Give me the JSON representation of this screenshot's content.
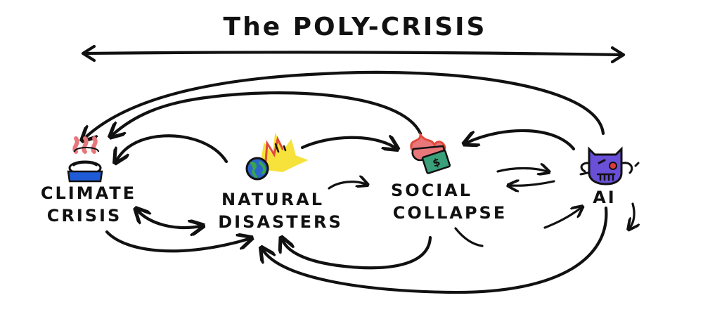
{
  "title": "The POLY-CRISIS",
  "nodes": [
    {
      "id": "climate",
      "label_line1": "CLIMATE",
      "label_line2": "CRISIS",
      "icon": "boiling-pot-icon"
    },
    {
      "id": "natural",
      "label_line1": "NATURAL",
      "label_line2": "DISASTERS",
      "icon": "burning-earth-icon"
    },
    {
      "id": "social",
      "label_line1": "SOCIAL",
      "label_line2": "COLLAPSE",
      "icon": "burning-money-icon"
    },
    {
      "id": "ai",
      "label_line1": "AI",
      "label_line2": "",
      "icon": "robot-icon"
    }
  ],
  "colors": {
    "ink": "#111111",
    "steam": "#e8777a",
    "pot": "#1f5bd6",
    "fire_yellow": "#f6e23a",
    "fire_red": "#e24a3b",
    "earth_blue": "#2b67c8",
    "earth_green": "#3aa54a",
    "money_green": "#3aa07a",
    "robot_purple": "#6a4fd8",
    "robot_red": "#e03b3b"
  }
}
